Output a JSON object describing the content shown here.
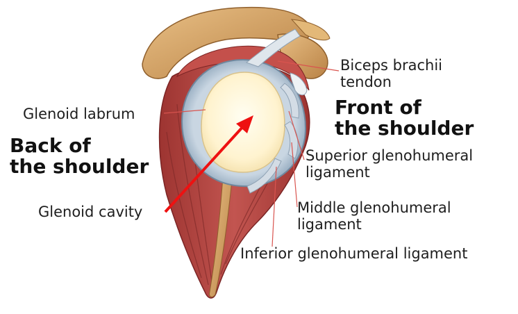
{
  "labels": {
    "biceps": "Biceps brachii\ntendon",
    "glenoid_labrum": "Glenoid labrum",
    "front": "Front of\nthe shoulder",
    "back": "Back of\nthe shoulder",
    "superior": "Superior glenohumeral\nligament",
    "glenoid_cavity": "Glenoid cavity",
    "middle": "Middle glenohumeral\nligament",
    "inferior": "Inferior glenohumeral ligament"
  },
  "colors": {
    "muscle": "#b5443f",
    "muscle_dark": "#8e2b2a",
    "bone": "#d9a86a",
    "bone_dark": "#a9743b",
    "labrum": "#9fb4c7",
    "cavity": "#fff3cf",
    "ligament": "#c7d2dd",
    "arrow": "#ee1111",
    "leader": "#d9544f"
  }
}
